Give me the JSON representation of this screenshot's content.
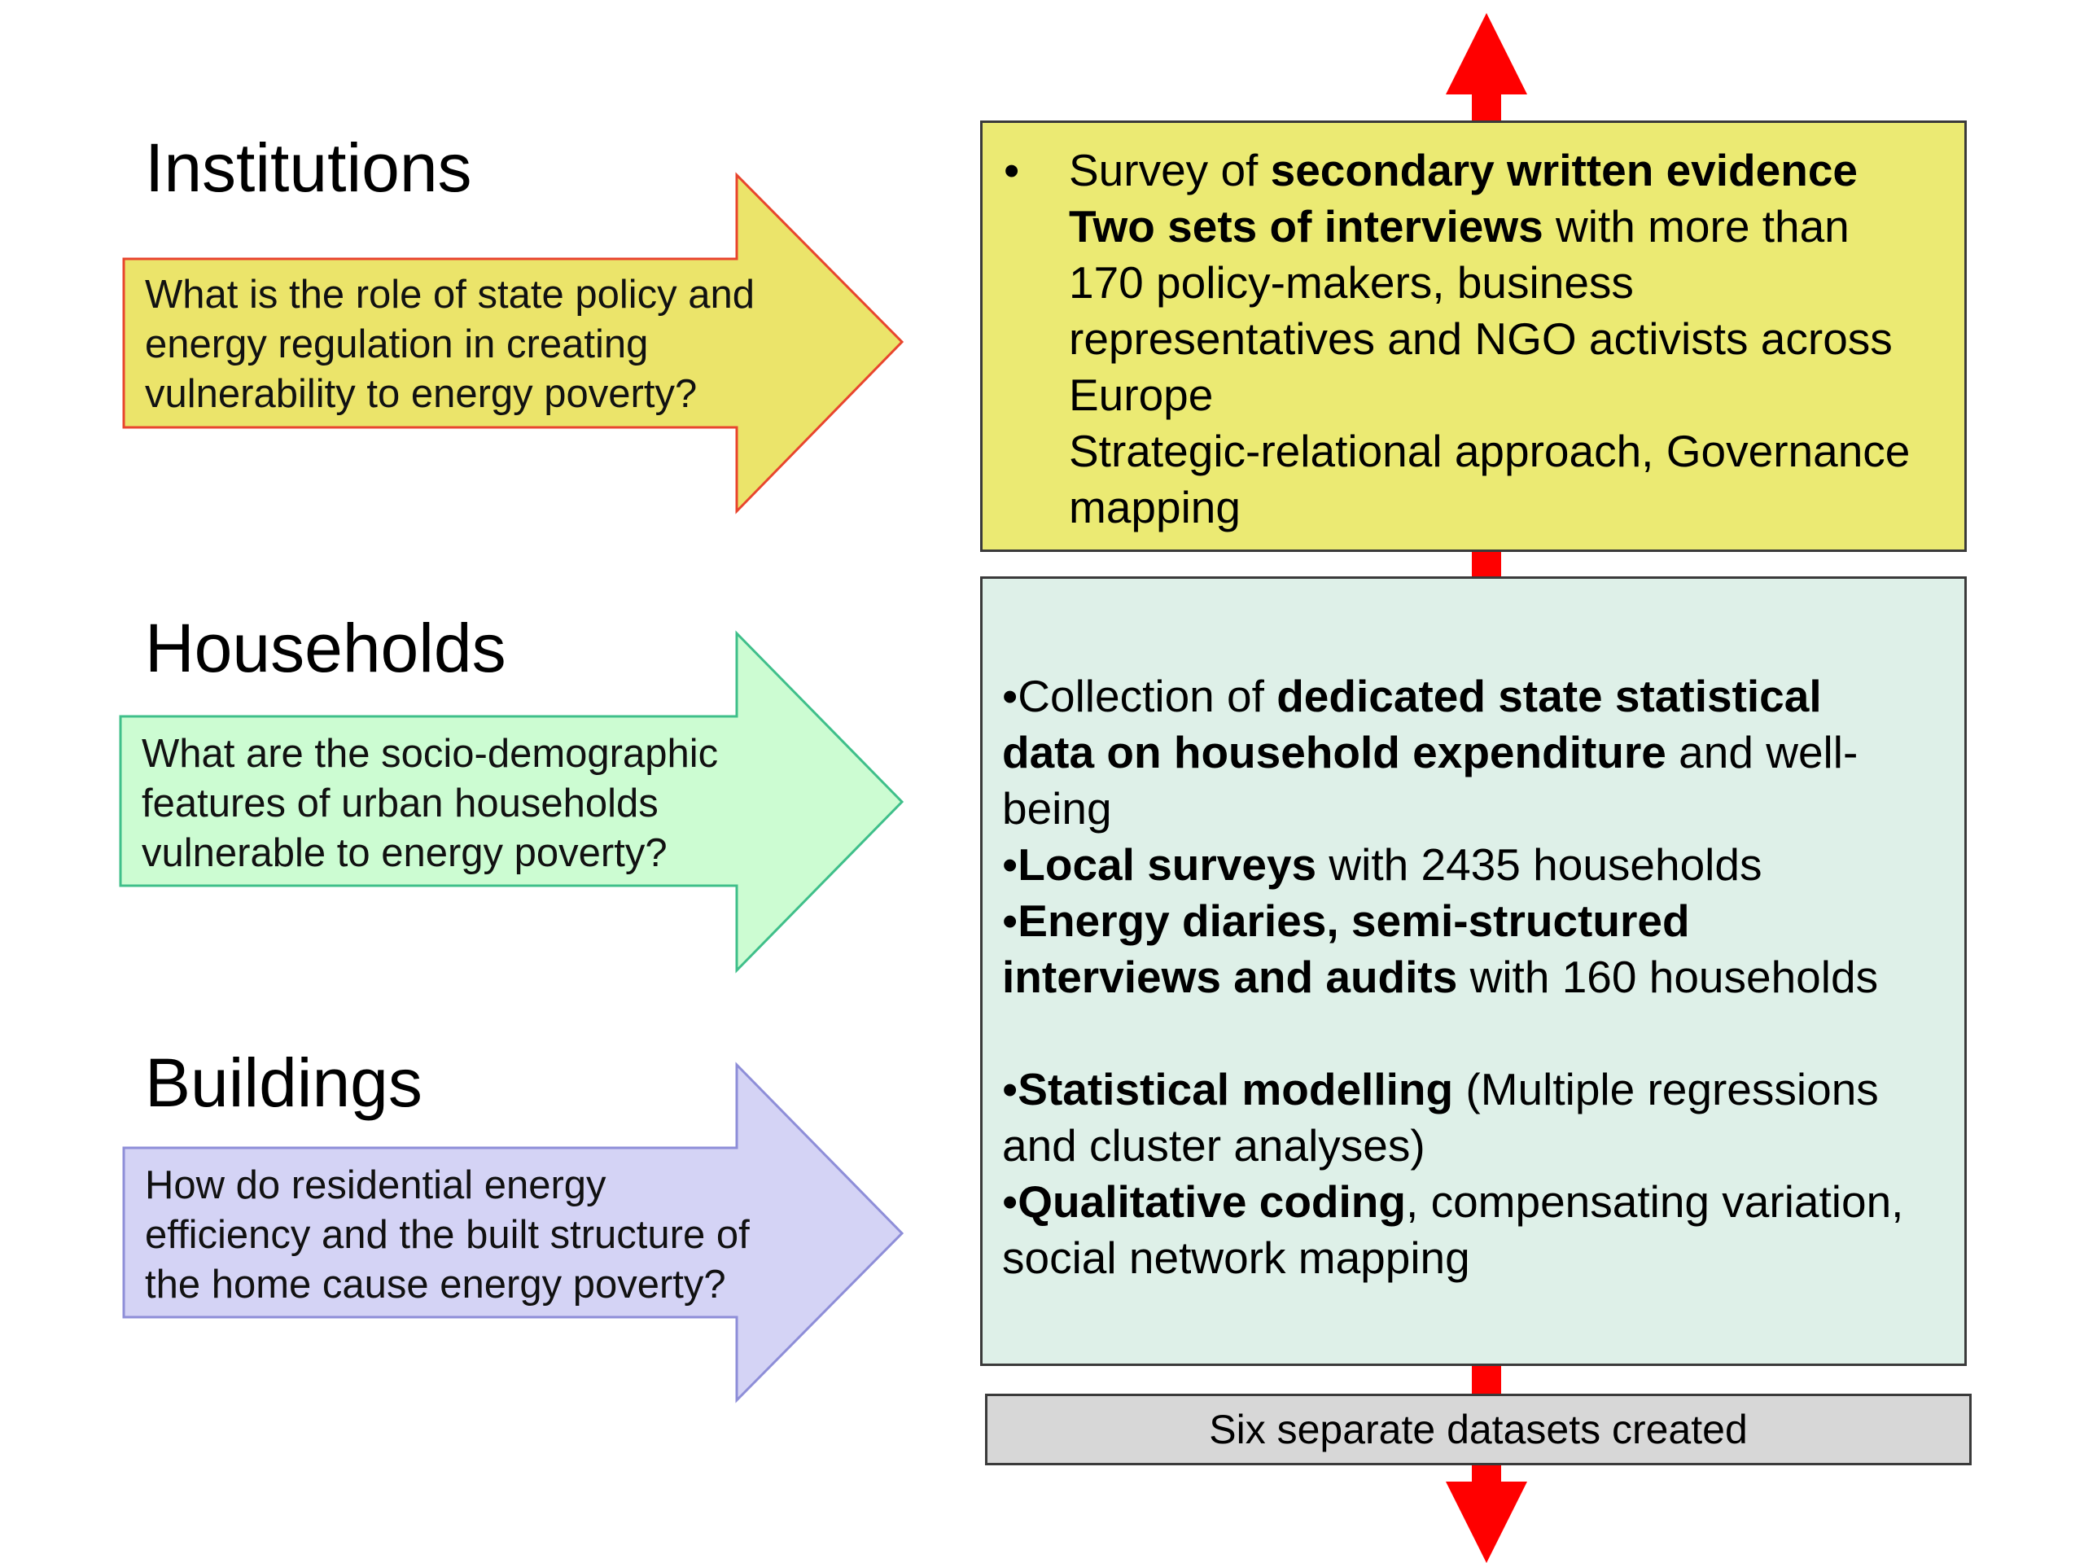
{
  "colors": {
    "institutions_arrow_fill": "#ebe46a",
    "institutions_arrow_stroke": "#e8452e",
    "households_arrow_fill": "#ccfcd2",
    "households_arrow_stroke": "#3fbf8a",
    "buildings_arrow_fill": "#d4d3f5",
    "buildings_arrow_stroke": "#8e8ed8",
    "methods_box": "#ebea73",
    "analysis_box": "#def0e8",
    "datasets_box": "#d7d7d7",
    "vertical_arrow": "#ff0000"
  },
  "levels": [
    {
      "heading": "Institutions",
      "question_lines": [
        "What is the role of state policy and",
        "energy regulation in creating",
        "vulnerability to energy poverty?"
      ]
    },
    {
      "heading": "Households",
      "question_lines": [
        "What are the socio-demographic",
        "features of urban households",
        "vulnerable to energy poverty?"
      ]
    },
    {
      "heading": "Buildings",
      "question_lines": [
        "How do residential energy",
        "efficiency and the built structure of",
        "the home cause energy poverty?"
      ]
    }
  ],
  "methods_box": {
    "bullet": "•",
    "lines": [
      [
        {
          "t": "Survey of ",
          "b": false
        },
        {
          "t": "secondary written evidence",
          "b": true
        }
      ],
      [
        {
          "t": "Two sets of interviews",
          "b": true
        },
        {
          "t": " with more than",
          "b": false
        }
      ],
      [
        {
          "t": "170 policy-makers, business",
          "b": false
        }
      ],
      [
        {
          "t": "representatives and NGO activists across",
          "b": false
        }
      ],
      [
        {
          "t": "Europe",
          "b": false
        }
      ],
      [
        {
          "t": "Strategic-relational approach, Governance",
          "b": false
        }
      ],
      [
        {
          "t": "mapping",
          "b": false
        }
      ]
    ]
  },
  "analysis_box": {
    "lines": [
      [
        {
          "t": "•Collection of ",
          "b": false
        },
        {
          "t": "dedicated state statistical",
          "b": true
        }
      ],
      [
        {
          "t": "data on household expenditure",
          "b": true
        },
        {
          "t": " and well-",
          "b": false
        }
      ],
      [
        {
          "t": "being",
          "b": false
        }
      ],
      [
        {
          "t": "•",
          "b": false
        },
        {
          "t": "Local surveys",
          "b": true
        },
        {
          "t": " with 2435 households",
          "b": false
        }
      ],
      [
        {
          "t": "•",
          "b": false
        },
        {
          "t": "Energy diaries, semi-structured",
          "b": true
        }
      ],
      [
        {
          "t": "interviews and audits",
          "b": true
        },
        {
          "t": " with 160 households",
          "b": false
        }
      ],
      [],
      [
        {
          "t": "•",
          "b": false
        },
        {
          "t": "Statistical modelling",
          "b": true
        },
        {
          "t": " (Multiple regressions",
          "b": false
        }
      ],
      [
        {
          "t": "and cluster analyses)",
          "b": false
        }
      ],
      [
        {
          "t": "•",
          "b": false
        },
        {
          "t": "Qualitative coding",
          "b": true
        },
        {
          "t": ", compensating variation,",
          "b": false
        }
      ],
      [
        {
          "t": "social network mapping",
          "b": false
        }
      ]
    ]
  },
  "datasets_box": {
    "label": "Six separate datasets created"
  }
}
